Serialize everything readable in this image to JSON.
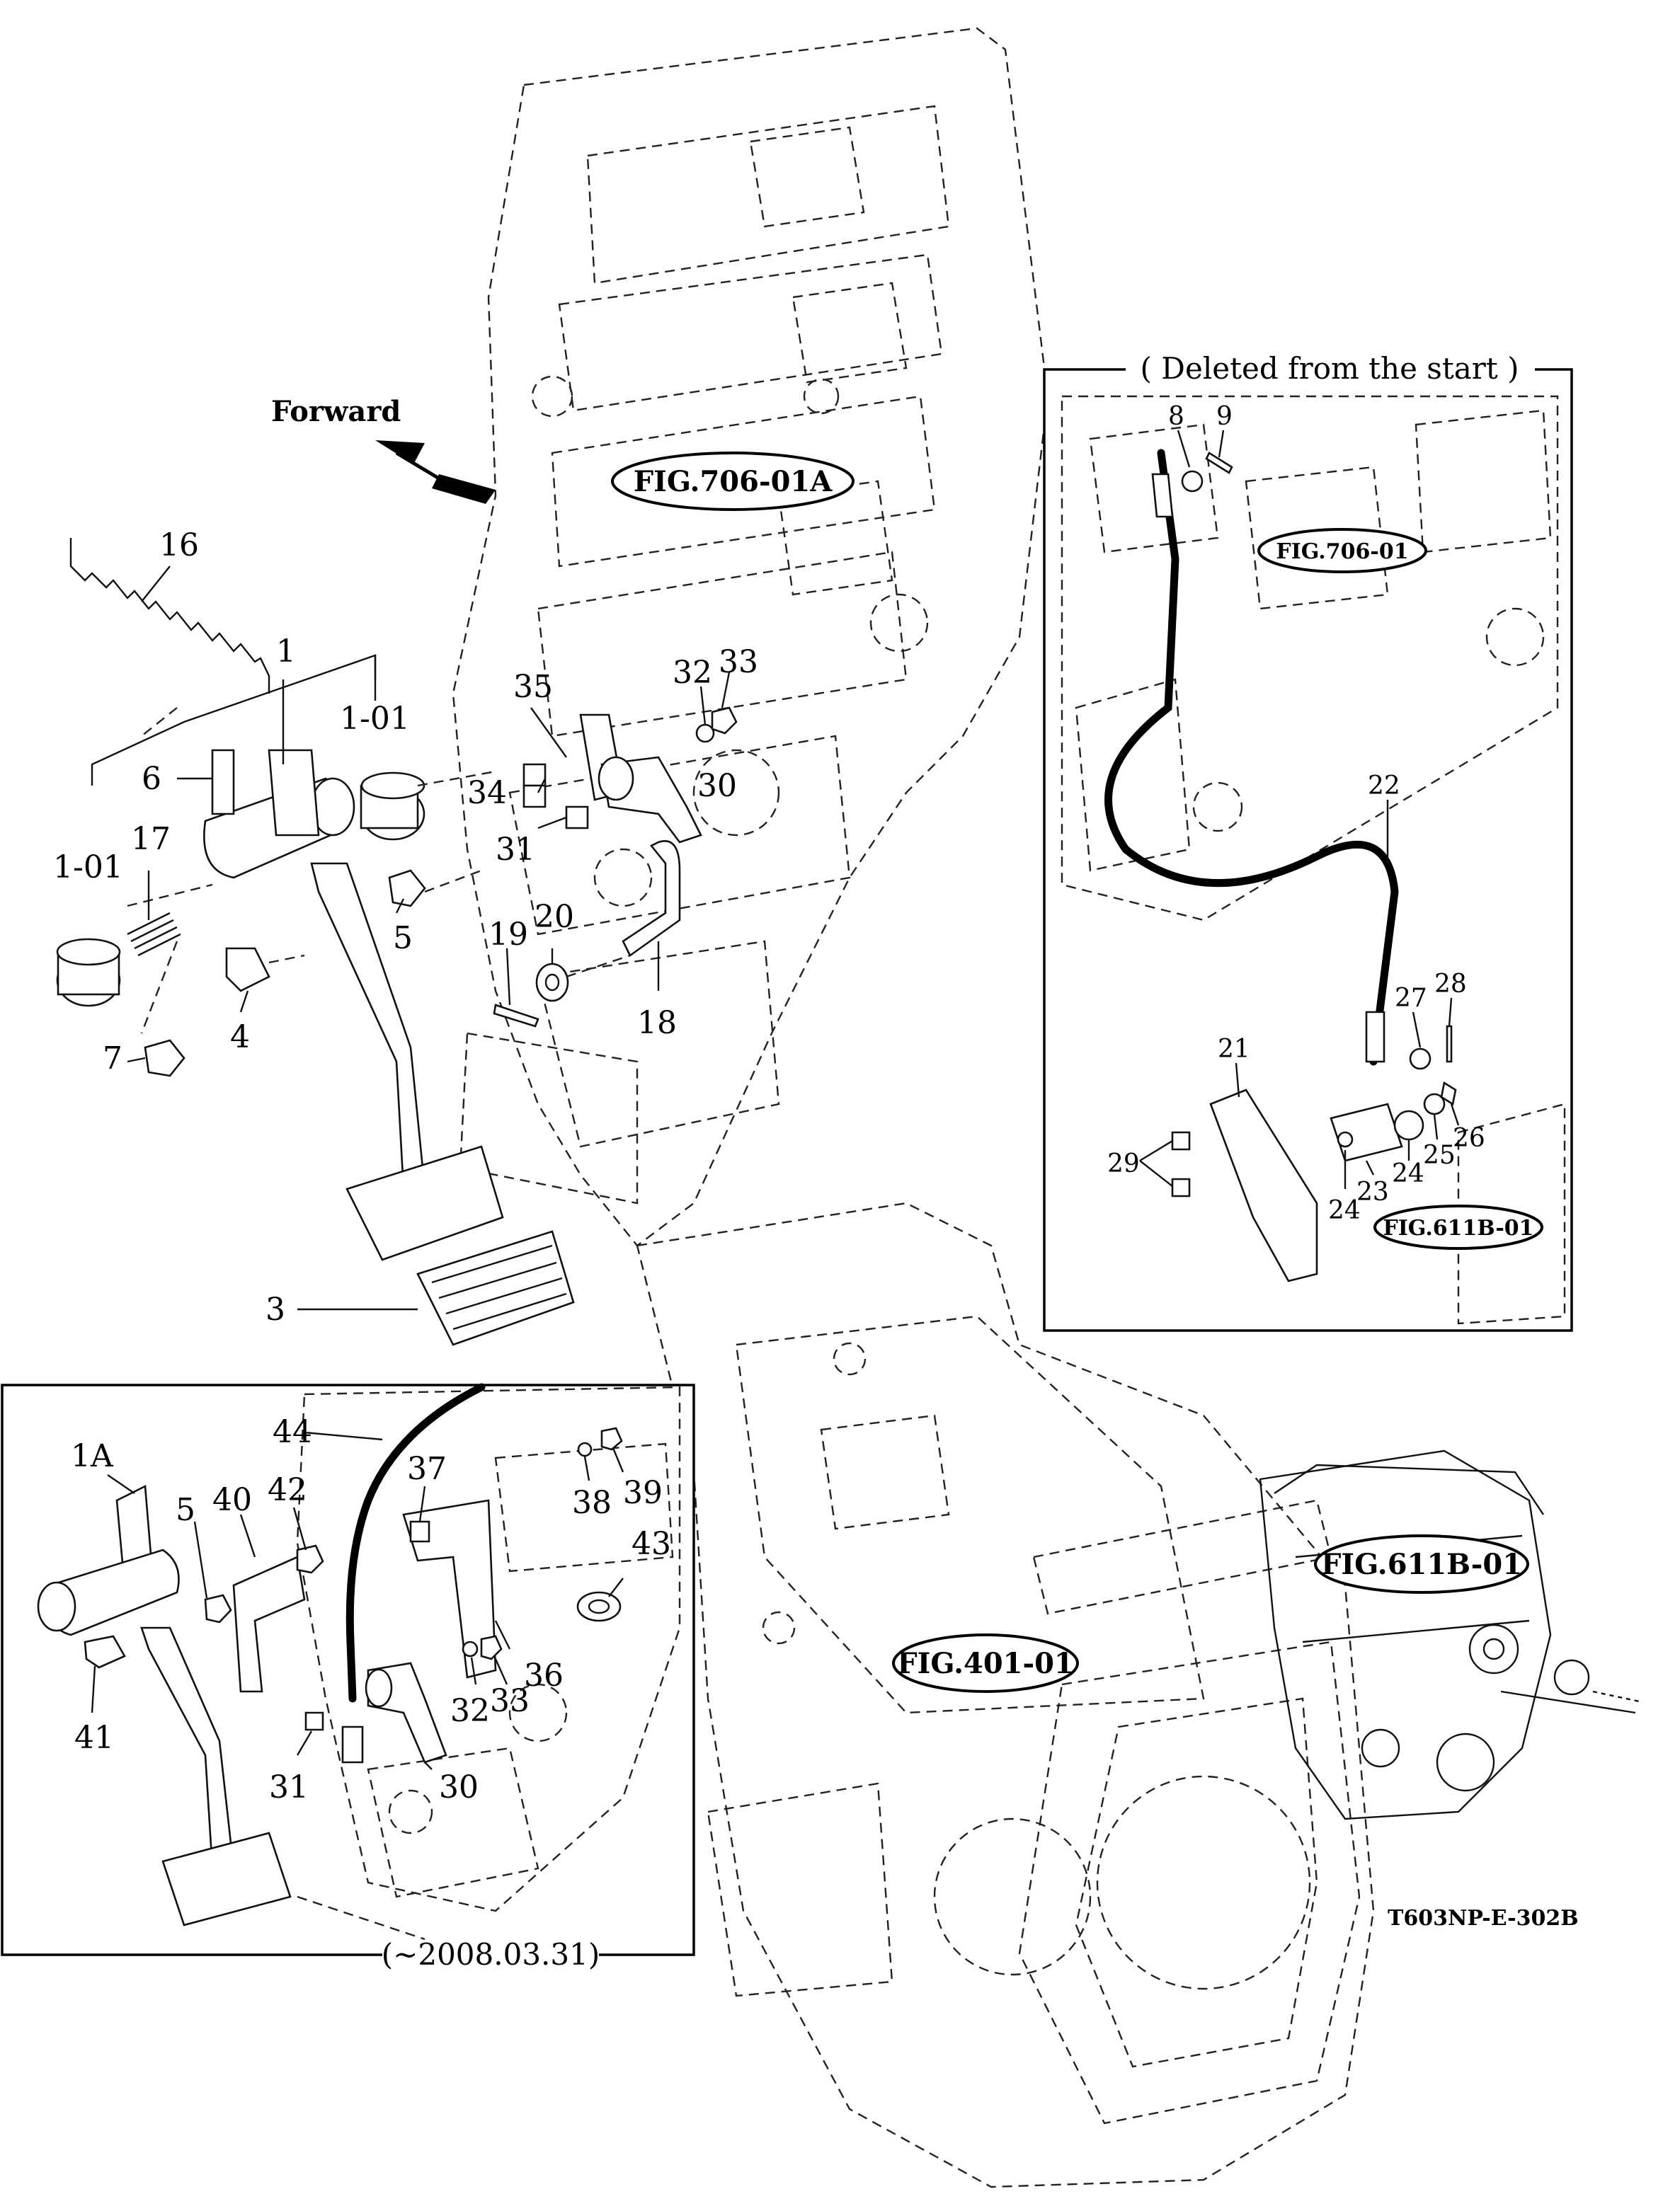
{
  "figure_refs": {
    "fig_706_01a": "FIG.706-01A",
    "fig_706_01": "FIG.706-01",
    "fig_611b_01_inset": "FIG.611B-01",
    "fig_611b_01_main": "FIG.611B-01",
    "fig_401_01": "FIG.401-01"
  },
  "notes": {
    "forward": "Forward",
    "deleted": "( Deleted from the start )",
    "old_version": "(~2008.03.31)",
    "drawing_code": "T603NP-E-302B"
  },
  "callouts_main": [
    "16",
    "1",
    "1-01",
    "6",
    "1-01",
    "17",
    "35",
    "32",
    "33",
    "34",
    "30",
    "31",
    "20",
    "19",
    "18",
    "5",
    "4",
    "7",
    "3"
  ],
  "callouts_inset_right": [
    "8",
    "9",
    "22",
    "28",
    "27",
    "21",
    "29",
    "24",
    "23",
    "24",
    "25",
    "26"
  ],
  "callouts_inset_left": [
    "1A",
    "5",
    "40",
    "42",
    "44",
    "37",
    "38",
    "39",
    "43",
    "41",
    "31",
    "30",
    "32",
    "33",
    "36"
  ]
}
